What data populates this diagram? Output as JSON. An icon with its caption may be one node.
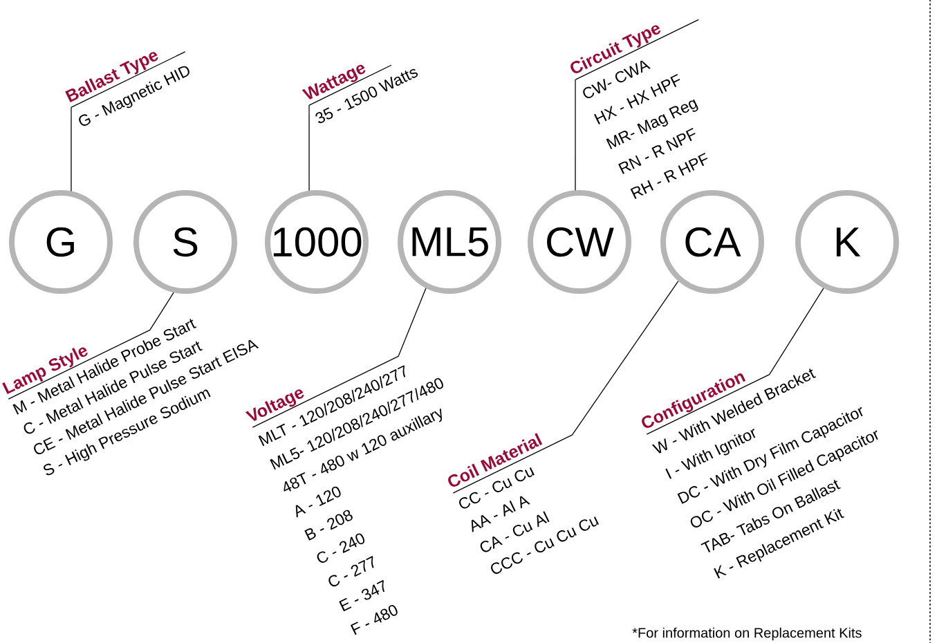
{
  "diagram": {
    "nodes": [
      {
        "text": [
          "Ballast Type",
          "G - Magnetic HID"
        ]
      },
      {
        "text": [
          "Wattage",
          "35 - 1500 Watts"
        ]
      },
      {
        "text": [
          "Circuit Type",
          "CW- CWA",
          "HX - HX HPF",
          "MR- Mag Reg",
          "RN - R NPF",
          "RH - R HPF"
        ]
      },
      {
        "text": [
          "G"
        ]
      },
      {
        "text": [
          "S"
        ]
      },
      {
        "text": [
          "1000"
        ]
      },
      {
        "text": [
          "ML5"
        ]
      },
      {
        "text": [
          "CW"
        ]
      },
      {
        "text": [
          "CA"
        ]
      },
      {
        "text": [
          "K"
        ]
      },
      {
        "text": [
          "Lamp Style",
          "M - Metal Halide Probe Start",
          "C - Metal Halide Pulse Start",
          "CE - Metal Halide Pulse Start EISA",
          "S - High Pressure Sodium"
        ]
      },
      {
        "text": [
          "Voltage",
          "MLT - 120/208/240/277",
          "ML5- 120/208/240/277/480",
          "48T - 480 w 120 auxillary",
          "A - 120",
          "B - 208",
          "C - 240",
          "C - 277",
          "E - 347",
          "F - 480"
        ]
      },
      {
        "text": [
          "Coil Material",
          "CC - Cu Cu",
          "AA - Al A",
          "CA - Cu Al",
          "CCC - Cu Cu Cu"
        ]
      },
      {
        "text": [
          "Configuration",
          "W - With Welded Bracket",
          "I - With Ignitor",
          "DC - With Dry Film Capacitor",
          "OC - With Oil Filled Capacitor",
          "TAB- Tabs On Ballast",
          "K - Replacement Kit"
        ]
      }
    ],
    "edges": [
      {
        "from": 0,
        "to": 3,
        "arrow": "none"
      },
      {
        "from": 1,
        "to": 5,
        "arrow": "none"
      },
      {
        "from": 2,
        "to": 7,
        "arrow": "none"
      },
      {
        "from": 10,
        "to": 4,
        "arrow": "none"
      },
      {
        "from": 11,
        "to": 6,
        "arrow": "none"
      },
      {
        "from": 12,
        "to": 8,
        "arrow": "none"
      },
      {
        "from": 13,
        "to": 9,
        "arrow": "none"
      }
    ],
    "labels": [
      "*For information on Replacement Kits"
    ]
  }
}
